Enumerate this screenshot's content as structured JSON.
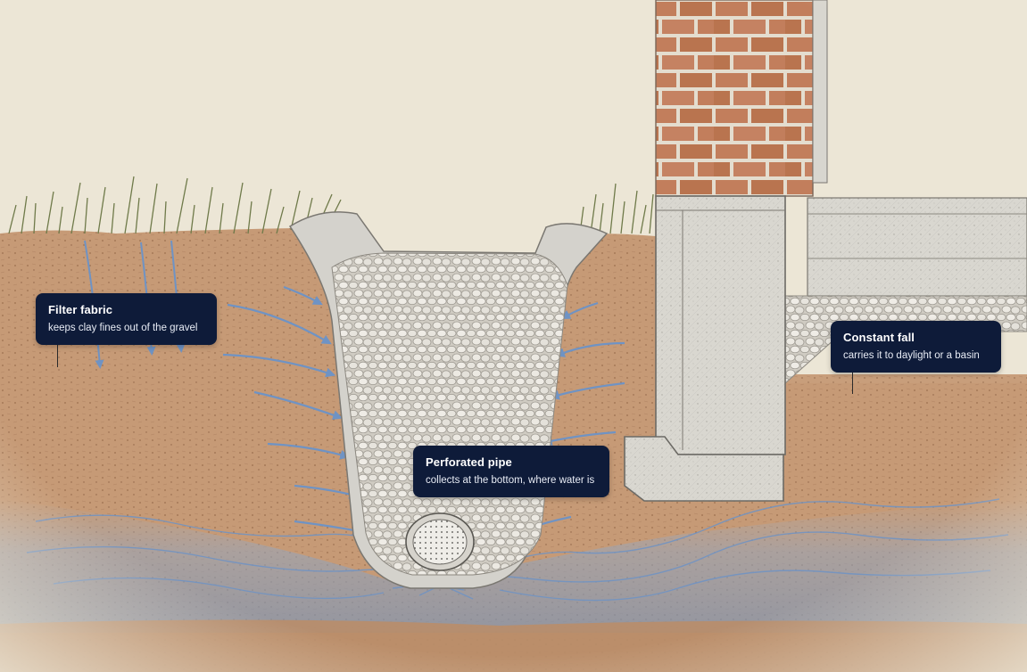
{
  "callouts": {
    "filter_fabric": {
      "title": "Filter fabric",
      "text": "keeps clay fines out of the gravel"
    },
    "constant_fall": {
      "title": "Constant fall",
      "text": "carries it to daylight or a basin"
    },
    "perforated_pipe": {
      "title": "Perforated pipe",
      "text": "collects at the bottom, where water is"
    }
  },
  "colors": {
    "paper": "#ece6d6",
    "soil": "#c69a76",
    "soil_dark": "#a87a58",
    "brick": "#c07d5c",
    "mortar": "#e4ddcf",
    "concrete": "#d8d6cf",
    "gravel": "#e9e6df",
    "fabric": "#d4d2cc",
    "water": "#6f93c4",
    "grass": "#6f7a4a",
    "callout_bg": "#0e1b39",
    "callout_text": "#ffffff"
  }
}
